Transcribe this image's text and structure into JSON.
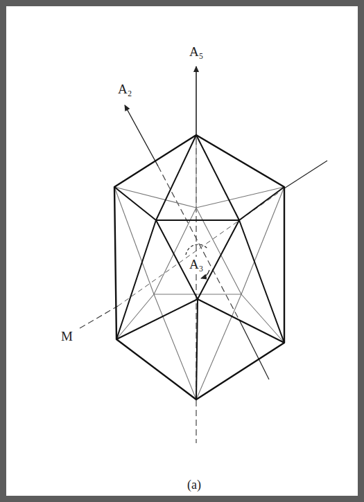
{
  "diagram": {
    "caption": "(a)",
    "labels": [
      "A₅",
      "A₂",
      "A₃",
      "M"
    ]
  }
}
